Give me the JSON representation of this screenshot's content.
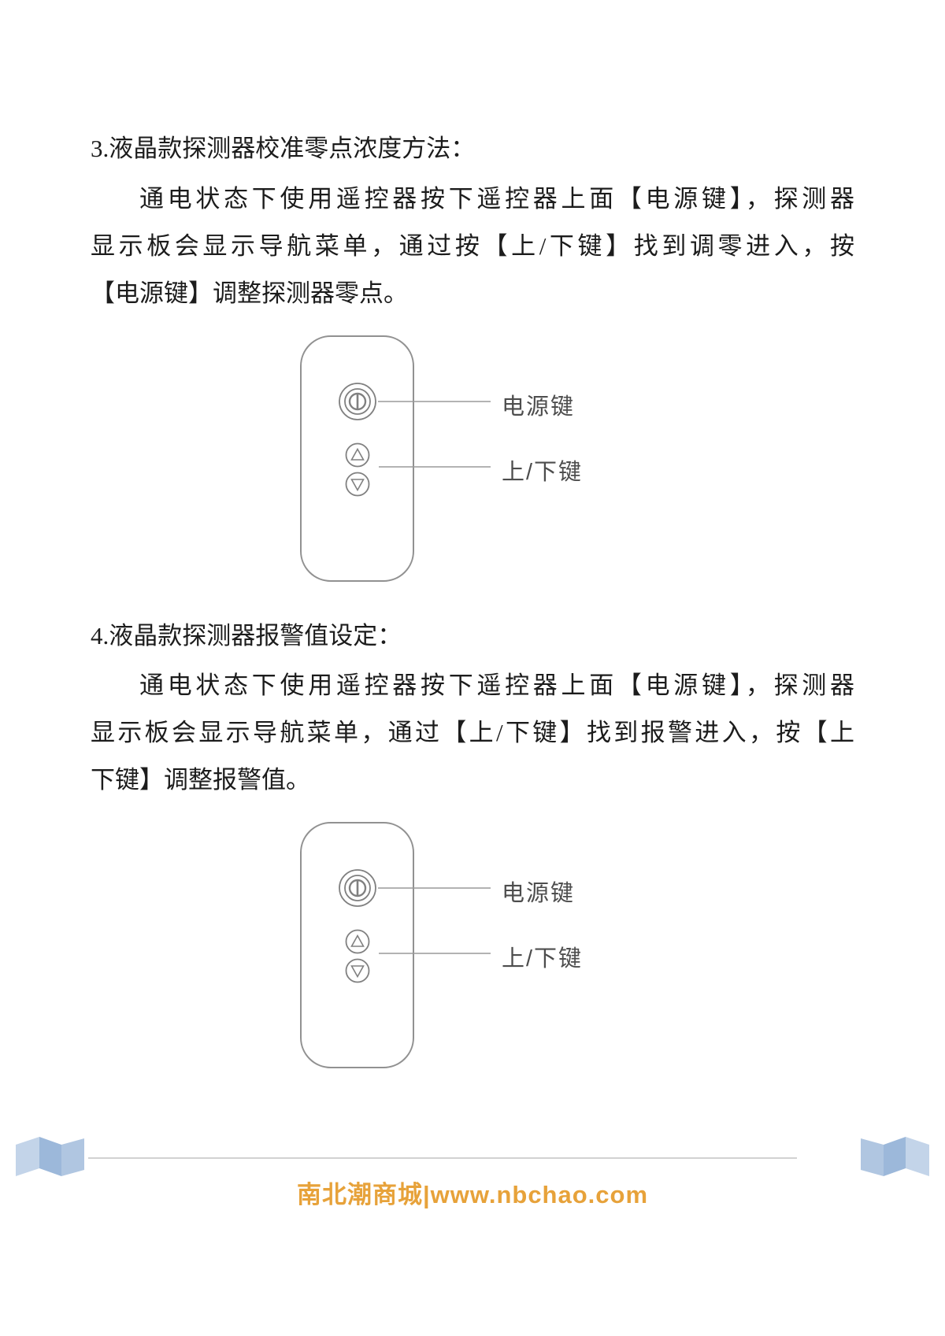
{
  "sections": [
    {
      "heading": "3.液晶款探测器校准零点浓度方法：",
      "lines": [
        "通电状态下使用遥控器按下遥控器上面【电源键】，探测器",
        "显示板会显示导航菜单，通过按【上/下键】找到调零进入，按",
        "【电源键】调整探测器零点。"
      ],
      "diagram": {
        "power_label": "电源键",
        "updown_label": "上/下键"
      }
    },
    {
      "heading": "4.液晶款探测器报警值设定：",
      "lines": [
        "通电状态下使用遥控器按下遥控器上面【电源键】，探测器",
        "显示板会显示导航菜单，通过【上/下键】找到报警进入，按【上",
        "下键】调整报警值。"
      ],
      "diagram": {
        "power_label": "电源键",
        "updown_label": "上/下键"
      }
    }
  ],
  "footer": {
    "text": "南北潮商城|www.nbchao.com"
  },
  "colors": {
    "body_text": "#1c1c1c",
    "diagram_stroke": "#808080",
    "connector_line": "#9a9a9a",
    "label_text": "#4d4d4d",
    "footer_text": "#e7a23a",
    "rule": "#d2d2d2",
    "deco_blue_dark": "#9cb8da",
    "deco_blue_mid": "#b0c6e1",
    "deco_blue_light": "#c3d4e9"
  }
}
